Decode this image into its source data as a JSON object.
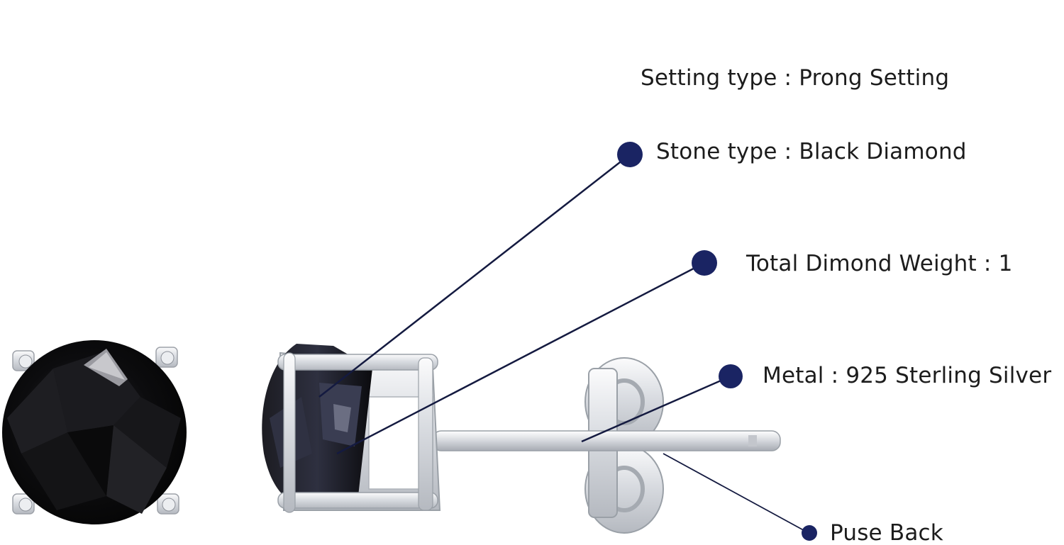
{
  "callouts": {
    "setting_type": "Setting type : Prong Setting",
    "stone_type": "Stone type : Black Diamond",
    "total_weight": "Total Dimond Weight : 1",
    "metal": "Metal : 925 Sterling Silver",
    "back": "Puse Back"
  },
  "colors": {
    "dot": "#1a2463",
    "leader_line": "#141a40",
    "stone": "#0d0d0f",
    "silver": "#e6e8ec",
    "text": "#1c1c1c"
  }
}
